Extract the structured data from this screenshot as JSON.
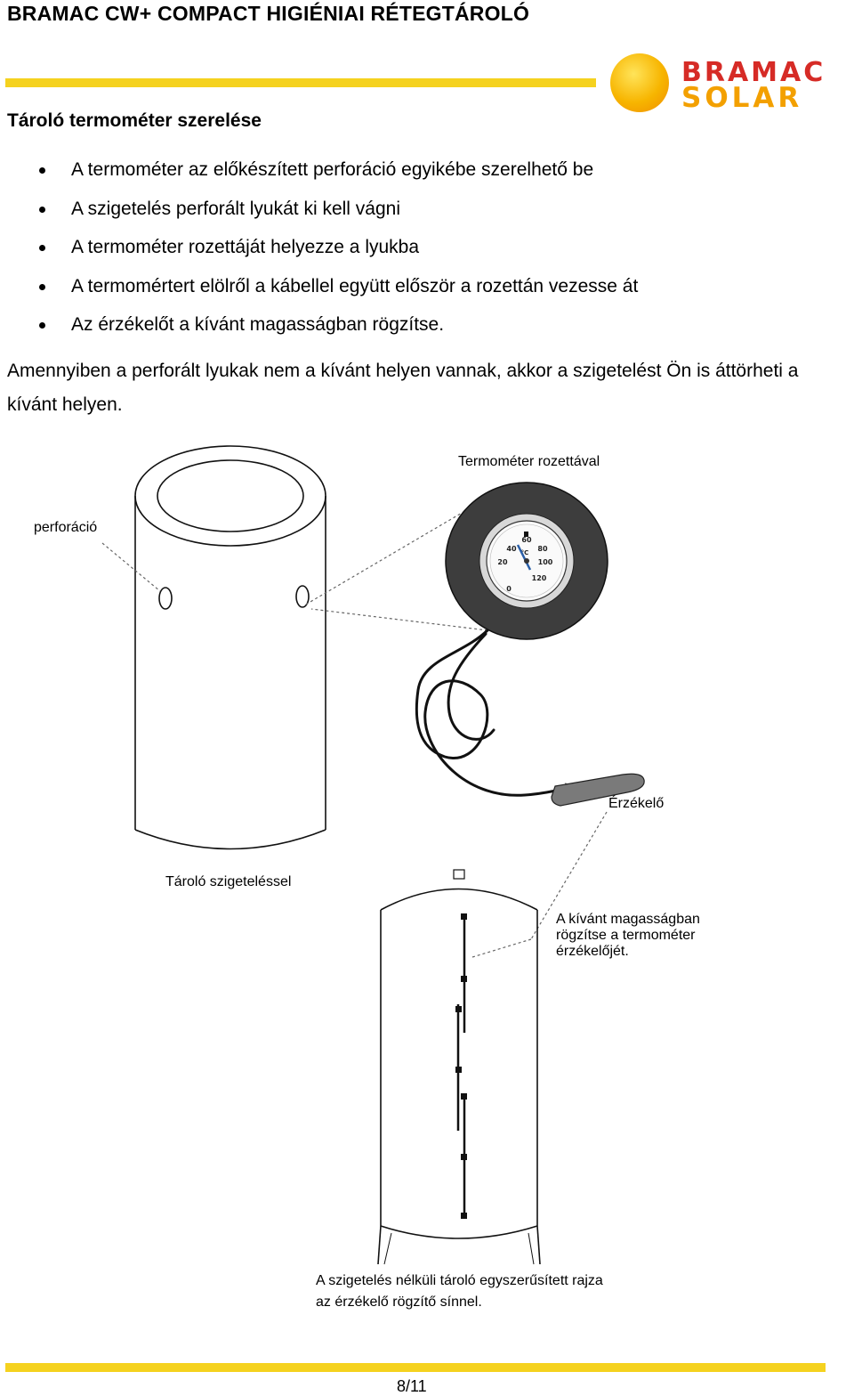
{
  "header": {
    "doc_title": "BRAMAC CW+ COMPACT HIGIÉNIAI RÉTEGTÁROLÓ",
    "logo_line1": "BRAMAC",
    "logo_line2": "SOLAR",
    "brand_colors": {
      "bar": "#f5d21f",
      "logo_red": "#d62b26",
      "logo_orange": "#f3a000"
    }
  },
  "section": {
    "title": "Tároló termométer szerelése",
    "bullets": [
      "A termométer az előkészített perforáció egyikébe szerelhető be",
      "A szigetelés perforált lyukát ki kell vágni",
      "A termométer rozettáját helyezze a lyukba",
      "A termomértert elölről a kábellel együtt először a rozettán vezesse át",
      "Az érzékelőt a kívánt magasságban rögzítse."
    ],
    "paragraph": "Amennyiben a perforált lyukak nem a kívánt helyen vannak, akkor a szigetelést Ön is áttörheti a kívánt helyen."
  },
  "diagram": {
    "label_thermometer": "Termométer rozettával",
    "label_perforation": "perforáció",
    "label_sensor": "Érzékelő",
    "label_tank": "Tároló szigeteléssel",
    "label_height_l1": "A kívánt magasságban",
    "label_height_l2": "rögzítse a termométer",
    "label_height_l3": "érzékelőjét.",
    "caption_l1": "A szigetelés nélküli tároló egyszerűsített rajza",
    "caption_l2": "az érzékelő rögzítő sínnel.",
    "gauge_unit": "°C",
    "gauge_ticks": [
      "0",
      "20",
      "40",
      "60",
      "80",
      "100",
      "120"
    ]
  },
  "footer": {
    "page_number": "8/11"
  }
}
